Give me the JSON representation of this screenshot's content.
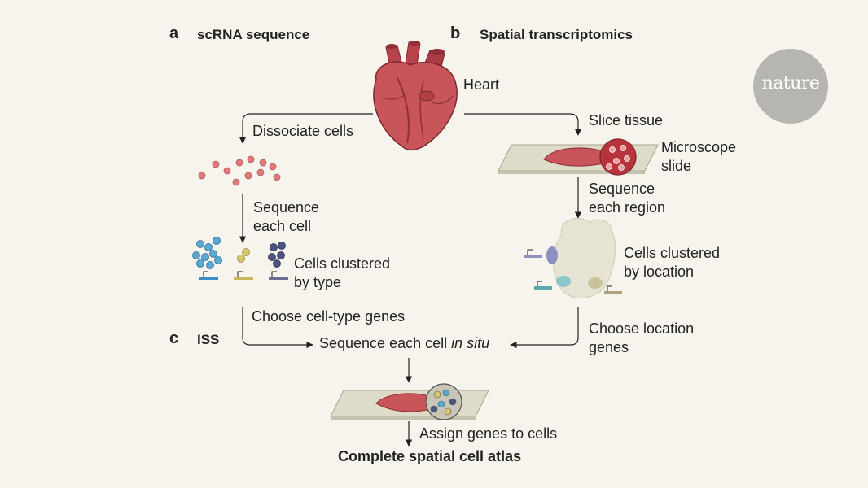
{
  "panels": {
    "a": {
      "letter": "a",
      "title": "scRNA sequence"
    },
    "b": {
      "letter": "b",
      "title": "Spatial transcriptomics"
    },
    "c": {
      "letter": "c",
      "title": "ISS"
    }
  },
  "labels": {
    "heart": "Heart",
    "dissociate": "Dissociate cells",
    "slice": "Slice tissue",
    "microscope": "Microscope\nslide",
    "seq_each_cell": "Sequence\neach cell",
    "seq_each_region": "Sequence\neach region",
    "clustered_type": "Cells clustered\nby type",
    "clustered_location": "Cells clustered\nby location",
    "choose_celltype": "Choose cell-type genes",
    "choose_location": "Choose location\ngenes",
    "seq_insitu_prefix": "Sequence each cell ",
    "seq_insitu_italic": "in situ",
    "assign": "Assign genes to cells",
    "atlas": "Complete spatial cell atlas"
  },
  "logo": {
    "text": "nature"
  },
  "colors": {
    "background": "#f6f4ed",
    "heart": "#c8555a",
    "cell_red": "#e07a7a",
    "cell_blue": "#5aa9d3",
    "cell_yellow": "#d8c76a",
    "cell_navy": "#4a5580",
    "slide": "#dedbc8",
    "tissue_pale": "#e7e3d2",
    "logo_gray": "#b7b5b0"
  }
}
